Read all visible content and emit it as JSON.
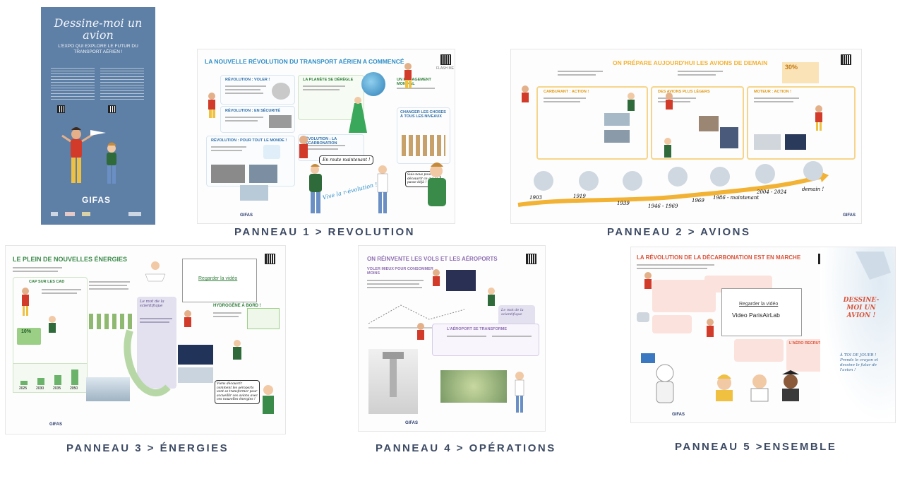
{
  "poster": {
    "title": "Dessine-moi un avion",
    "subtitle": "L'EXPO QUI EXPLORE LE FUTUR DU TRANSPORT AÉRIEN !",
    "logo": "GIFAS",
    "colors": {
      "bg": "#5e7fa6",
      "title": "#f2f5f9"
    }
  },
  "panels": [
    {
      "caption": "PANNEAU 1 > REVOLUTION",
      "title": "LA NOUVELLE RÉVOLUTION DU TRANSPORT AÉRIEN A COMMENCÉ",
      "sections": [
        "RÉVOLUTION : VOLER !",
        "RÉVOLUTION : EN SÉCURITÉ",
        "RÉVOLUTION : POUR TOUT LE MONDE !",
        "LA PLANÈTE SE DÉRÈGLE",
        "UN ENGAGEMENT MONDIAL",
        "RÉVOLUTION : LA DÉCARBONATION",
        "CHANGER LES CHOSES À TOUS LES NIVEAUX"
      ],
      "bubbles": [
        "En route maintenant !",
        "Vive la r-évolution !",
        "Suis-nous pour découvrir ce qui se passe déjà !"
      ],
      "logo": "GIFAS",
      "accent": "#2f8fc8"
    },
    {
      "caption": "PANNEAU 2 > AVIONS",
      "title": "ON PRÉPARE AUJOURD'HUI LES AVIONS DE DEMAIN",
      "sections": [
        "CARBURANT : ACTION !",
        "DES AVIONS PLUS LÉGERS",
        "MOTEUR : ACTION !"
      ],
      "timeline": [
        "1903",
        "1919",
        "1939",
        "1946 - 1969",
        "1969",
        "1986 - maintenant",
        "2004 - 2024",
        "demain !"
      ],
      "highlight": "30%",
      "logo": "GIFAS",
      "accent": "#f2b233"
    },
    {
      "caption": "PANNEAU 3 > ÉNERGIES",
      "title": "LE PLEIN DE NOUVELLES ÉNERGIES",
      "sections": [
        "CAP SUR LES CAD",
        "HYDROGÈNE À BORD !",
        "Le mot de la scientifique"
      ],
      "video_label": "Regarder la vidéo",
      "stats": [
        "10%",
        "2025",
        "2030",
        "2035",
        "2050"
      ],
      "bubble": "Viens découvrir comment les aéroports vont se transformer pour accueillir ces avions avec ces nouvelles énergies !",
      "logo": "GIFAS",
      "accent": "#3c8a4a"
    },
    {
      "caption": "PANNEAU 4 > OPÉRATIONS",
      "title": "ON RÉINVENTE LES VOLS ET LES AÉROPORTS",
      "sections": [
        "VOLER MIEUX POUR CONSOMMER MOINS",
        "L'AÉROPORT SE TRANSFORME",
        "Le mot de la scientifique"
      ],
      "logo": "GIFAS",
      "accent": "#8e6fb3"
    },
    {
      "caption": "PANNEAU 5 >ENSEMBLE",
      "title": "LA RÉVOLUTION DE LA DÉCARBONATION EST EN MARCHE",
      "video_label": "Regarder la vidéo",
      "video_title": "Video ParisAirLab",
      "bubble_big": "DESSINE-MOI UN AVION !",
      "bubble_call": "À TOI DE JOUER ! Prends le crayon et dessine le futur de l'avion !",
      "sections": [
        "L'AÉRO RECRUTE !"
      ],
      "logo": "GIFAS",
      "accent": "#d9533a"
    }
  ]
}
